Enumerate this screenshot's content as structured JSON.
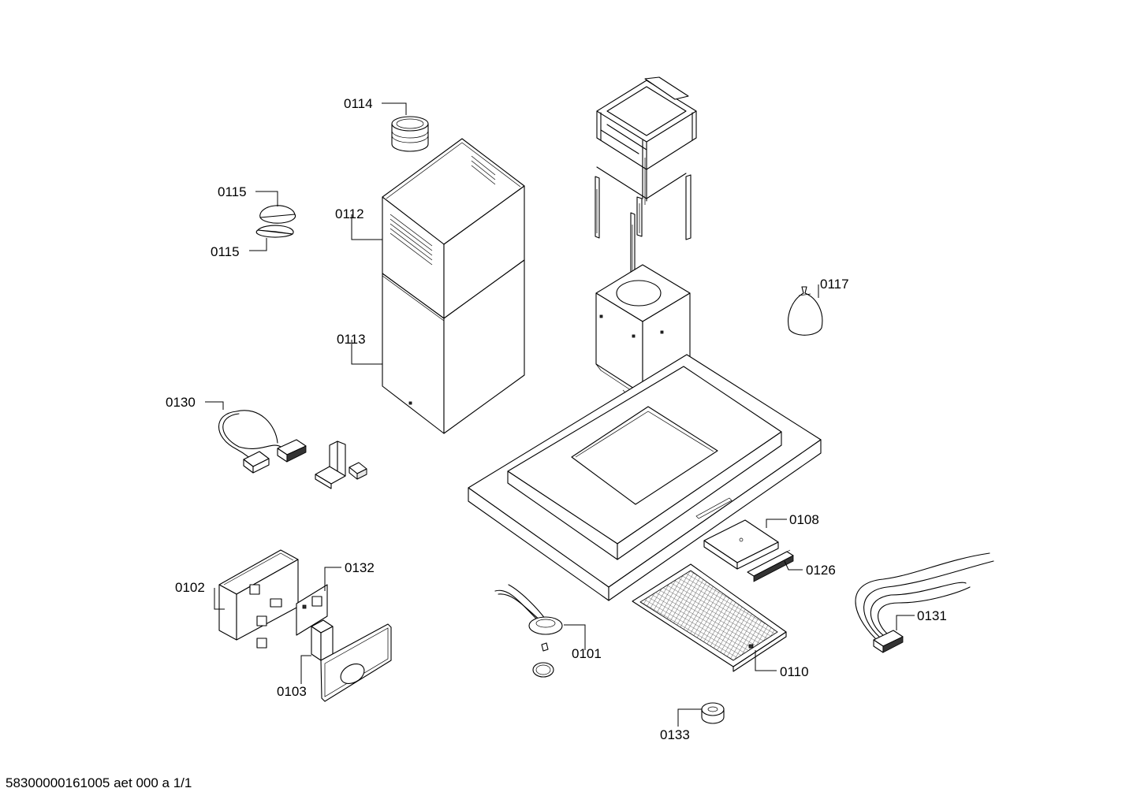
{
  "diagram": {
    "labels": {
      "p0114": "0114",
      "p0115a": "0115",
      "p0115b": "0115",
      "p0112": "0112",
      "p0113": "0113",
      "p0117": "0117",
      "p0130": "0130",
      "p0108": "0108",
      "p0126": "0126",
      "p0102": "0102",
      "p0132": "0132",
      "p0131": "0131",
      "p0101": "0101",
      "p0103": "0103",
      "p0110": "0110",
      "p0133": "0133"
    },
    "footer": "58300000161005 aet 000 a 1/1"
  }
}
